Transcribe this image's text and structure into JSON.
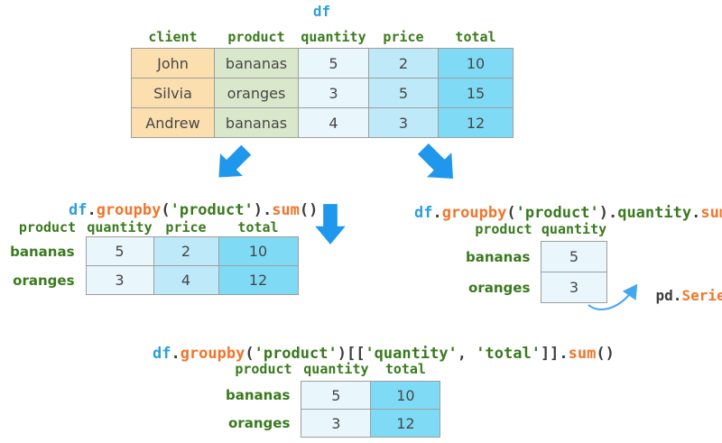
{
  "colors": {
    "code_blue": "#2F9FDC",
    "code_orange": "#F2752B",
    "code_green": "#3A7A1E",
    "code_dark": "#3D3D3D",
    "arrow_blue": "#1E97ED",
    "curved_arrow_blue": "#44A8F0",
    "cell_peach": "#FBDFAE",
    "cell_green": "#D9E7CA",
    "cell_blue_light": "#E9F6FC",
    "cell_blue_mid": "#BEE9F8",
    "cell_blue_strong": "#7FDBF5",
    "table_border": "#9E9E9E"
  },
  "df_table": {
    "title": "df",
    "headers": [
      "client",
      "product",
      "quantity",
      "price",
      "total"
    ],
    "rows": [
      [
        "John",
        "bananas",
        "5",
        "2",
        "10"
      ],
      [
        "Silvia",
        "oranges",
        "3",
        "5",
        "15"
      ],
      [
        "Andrew",
        "bananas",
        "4",
        "3",
        "12"
      ]
    ]
  },
  "sum_table": {
    "headers": [
      "product",
      "quantity",
      "price",
      "total"
    ],
    "rows": [
      {
        "label": "bananas",
        "values": [
          "5",
          "2",
          "10"
        ]
      },
      {
        "label": "oranges",
        "values": [
          "3",
          "4",
          "12"
        ]
      }
    ]
  },
  "quantity_table": {
    "headers": [
      "product",
      "quantity"
    ],
    "rows": [
      {
        "label": "bananas",
        "values": [
          "5"
        ]
      },
      {
        "label": "oranges",
        "values": [
          "3"
        ]
      }
    ]
  },
  "subset_table": {
    "headers": [
      "product",
      "quantity",
      "total"
    ],
    "rows": [
      {
        "label": "bananas",
        "values": [
          "5",
          "10"
        ]
      },
      {
        "label": "oranges",
        "values": [
          "3",
          "12"
        ]
      }
    ]
  },
  "codes": {
    "left": [
      "df",
      ".",
      "groupby",
      "(",
      "'product'",
      ").",
      "sum",
      "()"
    ],
    "right": [
      "df",
      ".",
      "groupby",
      "(",
      "'product'",
      ").",
      "quantity",
      ".",
      "sum",
      "()"
    ],
    "bottom": [
      "df",
      ".",
      "groupby",
      "(",
      "'product'",
      ")[[",
      "'quantity'",
      ", ",
      "'total'",
      "]].",
      "sum",
      "()"
    ],
    "series": [
      "pd.",
      "Series",
      "()"
    ]
  },
  "icons": {
    "arrow_down_left": "arrow-down-left-icon",
    "arrow_down_right": "arrow-down-right-icon",
    "arrow_down": "arrow-down-icon",
    "curved_arrow": "curved-arrow-icon"
  }
}
